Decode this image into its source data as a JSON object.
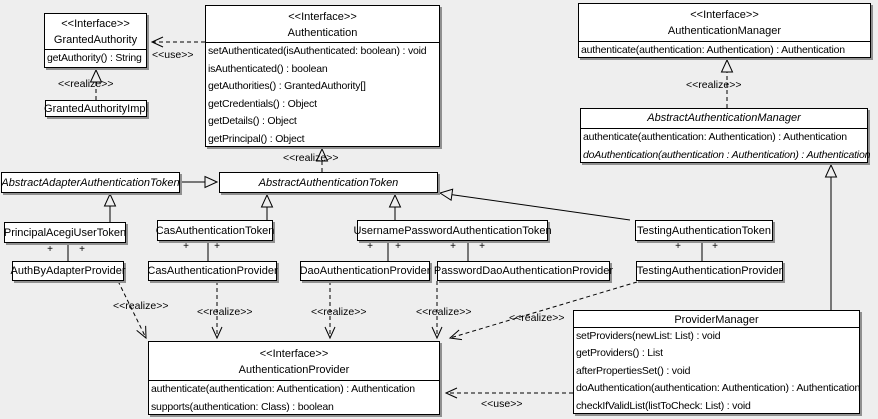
{
  "colors": {
    "background": "#eeeeee",
    "box_fill": "#ffffff",
    "line": "#000000",
    "shadow": "#909090"
  },
  "labels": {
    "use": "<<use>>",
    "realize": "<<realize>>",
    "interface_stereotype": "<<Interface>>"
  },
  "symbols": {
    "plus": "+"
  },
  "classes": {
    "granted_authority": {
      "stereotype": "<<Interface>>",
      "name": "GrantedAuthority",
      "methods": [
        "getAuthority() : String"
      ]
    },
    "granted_authority_impl": {
      "name": "GrantedAuthorityImpl"
    },
    "authentication": {
      "stereotype": "<<Interface>>",
      "name": "Authentication",
      "methods": [
        "setAuthenticated(isAuthenticated: boolean) : void",
        "isAuthenticated() : boolean",
        "getAuthorities() : GrantedAuthority[]",
        "getCredentials() : Object",
        "getDetails() : Object",
        "getPrincipal() : Object"
      ]
    },
    "authentication_manager": {
      "stereotype": "<<Interface>>",
      "name": "AuthenticationManager",
      "methods": [
        "authenticate(authentication: Authentication) : Authentication"
      ]
    },
    "abstract_authentication_manager": {
      "name": "AbstractAuthenticationManager",
      "abstract": true,
      "methods": [
        "authenticate(authentication: Authentication) : Authentication",
        "doAuthentication(authentication : Authentication) : Authentication"
      ]
    },
    "abstract_adapter_authentication_token": {
      "name": "AbstractAdapterAuthenticationToken",
      "abstract": true
    },
    "abstract_authentication_token": {
      "name": "AbstractAuthenticationToken",
      "abstract": true
    },
    "principal_acegi_user_token": {
      "name": "PrincipalAcegiUserToken"
    },
    "cas_authentication_token": {
      "name": "CasAuthenticationToken"
    },
    "username_password_authentication_token": {
      "name": "UsernamePasswordAuthenticationToken"
    },
    "testing_authentication_token": {
      "name": "TestingAuthenticationToken"
    },
    "auth_by_adapter_provider": {
      "name": "AuthByAdapterProvider"
    },
    "cas_authentication_provider": {
      "name": "CasAuthenticationProvider"
    },
    "dao_authentication_provider": {
      "name": "DaoAuthenticationProvider"
    },
    "password_dao_authentication_provider": {
      "name": "PasswordDaoAuthenticationProvider"
    },
    "testing_authentication_provider": {
      "name": "TestingAuthenticationProvider"
    },
    "provider_manager": {
      "name": "ProviderManager",
      "methods": [
        "setProviders(newList: List) : void",
        "getProviders() : List",
        "afterPropertiesSet() : void",
        "doAuthentication(authentication: Authentication) : Authentication",
        "checkIfValidList(listToCheck: List) : void"
      ]
    },
    "authentication_provider": {
      "stereotype": "<<Interface>>",
      "name": "AuthenticationProvider",
      "methods": [
        "authenticate(authentication: Authentication) : Authentication",
        "supports(authentication: Class) : boolean"
      ]
    }
  },
  "relationships": [
    {
      "from": "Authentication",
      "to": "GrantedAuthority",
      "type": "use",
      "label": "<<use>>"
    },
    {
      "from": "GrantedAuthorityImpl",
      "to": "GrantedAuthority",
      "type": "realize",
      "label": "<<realize>>"
    },
    {
      "from": "AbstractAuthenticationToken",
      "to": "Authentication",
      "type": "realize",
      "label": "<<realize>>"
    },
    {
      "from": "AbstractAuthenticationManager",
      "to": "AuthenticationManager",
      "type": "realize",
      "label": "<<realize>>"
    },
    {
      "from": "AbstractAdapterAuthenticationToken",
      "to": "AbstractAuthenticationToken",
      "type": "generalization"
    },
    {
      "from": "PrincipalAcegiUserToken",
      "to": "AbstractAdapterAuthenticationToken",
      "type": "generalization"
    },
    {
      "from": "CasAuthenticationToken",
      "to": "AbstractAuthenticationToken",
      "type": "generalization"
    },
    {
      "from": "UsernamePasswordAuthenticationToken",
      "to": "AbstractAuthenticationToken",
      "type": "generalization"
    },
    {
      "from": "TestingAuthenticationToken",
      "to": "AbstractAuthenticationToken",
      "type": "generalization"
    },
    {
      "from": "ProviderManager",
      "to": "AbstractAuthenticationManager",
      "type": "generalization"
    },
    {
      "from": "PrincipalAcegiUserToken",
      "to": "AuthByAdapterProvider",
      "type": "association",
      "ends": "+ +"
    },
    {
      "from": "CasAuthenticationToken",
      "to": "CasAuthenticationProvider",
      "type": "association",
      "ends": "+ +"
    },
    {
      "from": "UsernamePasswordAuthenticationToken",
      "to": "DaoAuthenticationProvider",
      "type": "association",
      "ends": "+ +"
    },
    {
      "from": "UsernamePasswordAuthenticationToken",
      "to": "PasswordDaoAuthenticationProvider",
      "type": "association",
      "ends": "+ +"
    },
    {
      "from": "TestingAuthenticationToken",
      "to": "TestingAuthenticationProvider",
      "type": "association",
      "ends": "+ +"
    },
    {
      "from": "AuthByAdapterProvider",
      "to": "AuthenticationProvider",
      "type": "realize",
      "label": "<<realize>>"
    },
    {
      "from": "CasAuthenticationProvider",
      "to": "AuthenticationProvider",
      "type": "realize",
      "label": "<<realize>>"
    },
    {
      "from": "DaoAuthenticationProvider",
      "to": "AuthenticationProvider",
      "type": "realize",
      "label": "<<realize>>"
    },
    {
      "from": "PasswordDaoAuthenticationProvider",
      "to": "AuthenticationProvider",
      "type": "realize",
      "label": "<<realize>>"
    },
    {
      "from": "TestingAuthenticationProvider",
      "to": "AuthenticationProvider",
      "type": "realize",
      "label": "<<realize>>"
    },
    {
      "from": "ProviderManager",
      "to": "AuthenticationProvider",
      "type": "use",
      "label": "<<use>>"
    }
  ]
}
